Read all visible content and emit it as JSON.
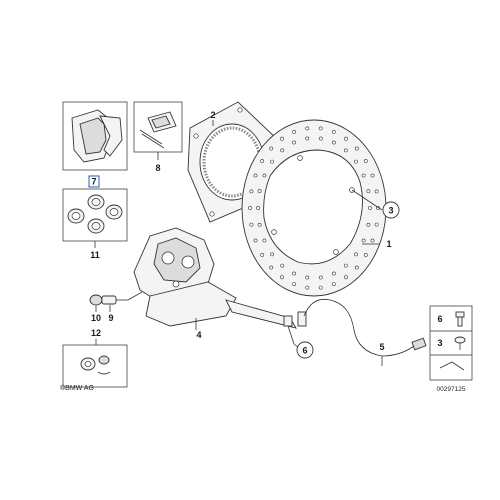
{
  "labels": {
    "disc": "1",
    "sensor_ring": "2",
    "disc_bolt": "3",
    "caliper": "4",
    "sensor": "5",
    "bolt": "6",
    "pads": "7",
    "pad_springs": "8",
    "bleed_valve": "9",
    "cap": "10",
    "seal_kit": "11",
    "repair_kit": "12",
    "legend_bolt": "6",
    "legend_screw": "3"
  },
  "copyright": "©BMW AG",
  "catalog_number": "00297125"
}
